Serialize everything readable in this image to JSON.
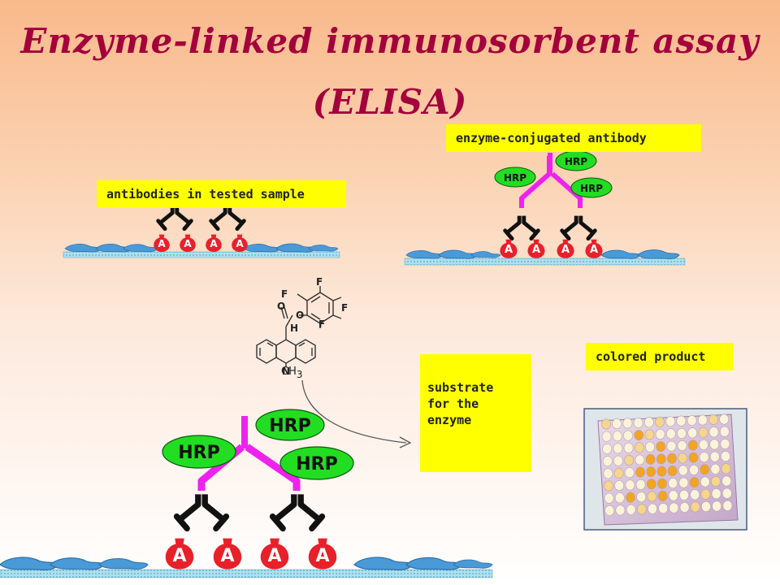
{
  "title_line1": "Enzyme-linked immunosorbent assay",
  "title_line2": "(ELISA)",
  "labels": {
    "sample": "antibodies in tested sample",
    "enzyme_conjugated": "enzyme-conjugated antibody",
    "substrate": [
      "substrate",
      "for the",
      "enzyme"
    ],
    "colored": "colored product"
  },
  "antigen_letter": "A",
  "enzyme_label": "HRP",
  "molecule_atoms": {
    "fluorine": "F",
    "oxygen": "O",
    "hydrogen": "H",
    "nitrogen": "N",
    "methyl_base": "CH",
    "methyl_sub": "3"
  },
  "colors": {
    "title": "#a3003c",
    "label_bg": "#ffff00",
    "antigen": "#e8202a",
    "enzyme": "#22dd22",
    "conjugate": "#ee22ee",
    "antibody": "#111111",
    "membrane": "#4a9ad8",
    "baseline": "#9fd3e8"
  }
}
